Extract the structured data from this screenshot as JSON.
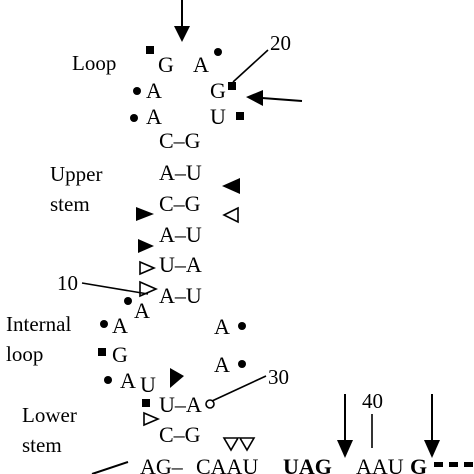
{
  "labels": {
    "loop": "Loop",
    "upper_stem_1": "Upper",
    "upper_stem_2": "stem",
    "internal_1": "Internal",
    "internal_2": "loop",
    "lower_1": "Lower",
    "lower_2": "stem"
  },
  "numbers": {
    "n20": "20",
    "n10": "10",
    "n30": "30",
    "n40": "40"
  },
  "loop_nts": {
    "g_left": "G",
    "a_top": "A",
    "g_right": "G",
    "a_left": "A",
    "u_right": "U",
    "a_left2": "A"
  },
  "upper_pairs": [
    "C–G",
    "A–U",
    "C–G",
    "A–U",
    "U–A",
    "A–U"
  ],
  "internal_left": {
    "a1": "A",
    "a2": "A",
    "g": "G",
    "a3": "A",
    "u": "U"
  },
  "internal_right": {
    "a1": "A",
    "a2": "A"
  },
  "lower_pairs": [
    "U–A",
    "C–G"
  ],
  "bottom_strand": {
    "ag": "AG–",
    "seg1": "CAAU",
    "seg2": "UAG",
    "seg3": "AAU",
    "seg4": "G"
  },
  "colors": {
    "ink": "#000000",
    "background": "#ffffff"
  }
}
